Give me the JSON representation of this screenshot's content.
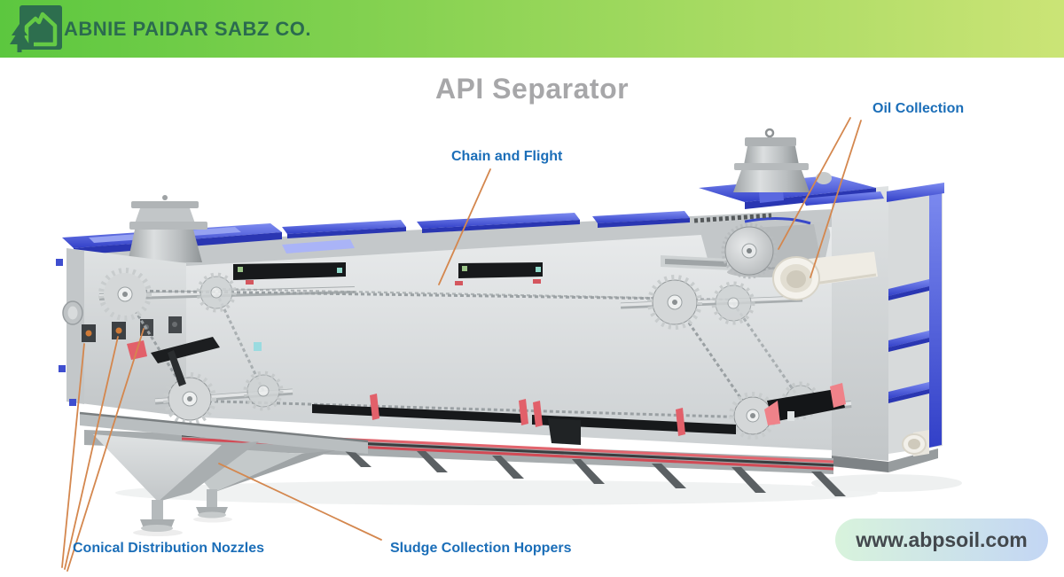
{
  "header": {
    "company_name": "ABNIE PAIDAR SABZ CO.",
    "logo_icon": "house-with-pine-tree-icon",
    "colors": {
      "band_left": "#5CC73F",
      "band_right": "#CBE476",
      "logo_dark_green": "#2D6E4E",
      "text_green": "#2B6B4F"
    }
  },
  "main": {
    "title": "API Separator",
    "title_color": "#A7A7A9",
    "diagram": {
      "subject": "API oil-water separator cutaway 3D illustration",
      "label_color": "#1B6EB8",
      "leader_line_color": "#D4874E",
      "machine_colors": {
        "body_gray": "#D6D9DA",
        "cover_blue": "#4554D6",
        "flight_black": "#17191B",
        "flight_red": "#E2606A",
        "pipe_white": "#F2F0EA"
      },
      "callouts": [
        {
          "id": "chain-and-flight",
          "label": "Chain and Flight"
        },
        {
          "id": "oil-collection",
          "label": "Oil Collection"
        },
        {
          "id": "conical-distribution-nozzles",
          "label": "Conical Distribution Nozzles"
        },
        {
          "id": "sludge-collection-hoppers",
          "label": "Sludge Collection Hoppers"
        }
      ]
    }
  },
  "footer": {
    "website": "www.abpsoil.com",
    "badge_colors": {
      "left": "#D8F3DC",
      "right": "#C3D6F4",
      "text": "#43484D"
    }
  }
}
